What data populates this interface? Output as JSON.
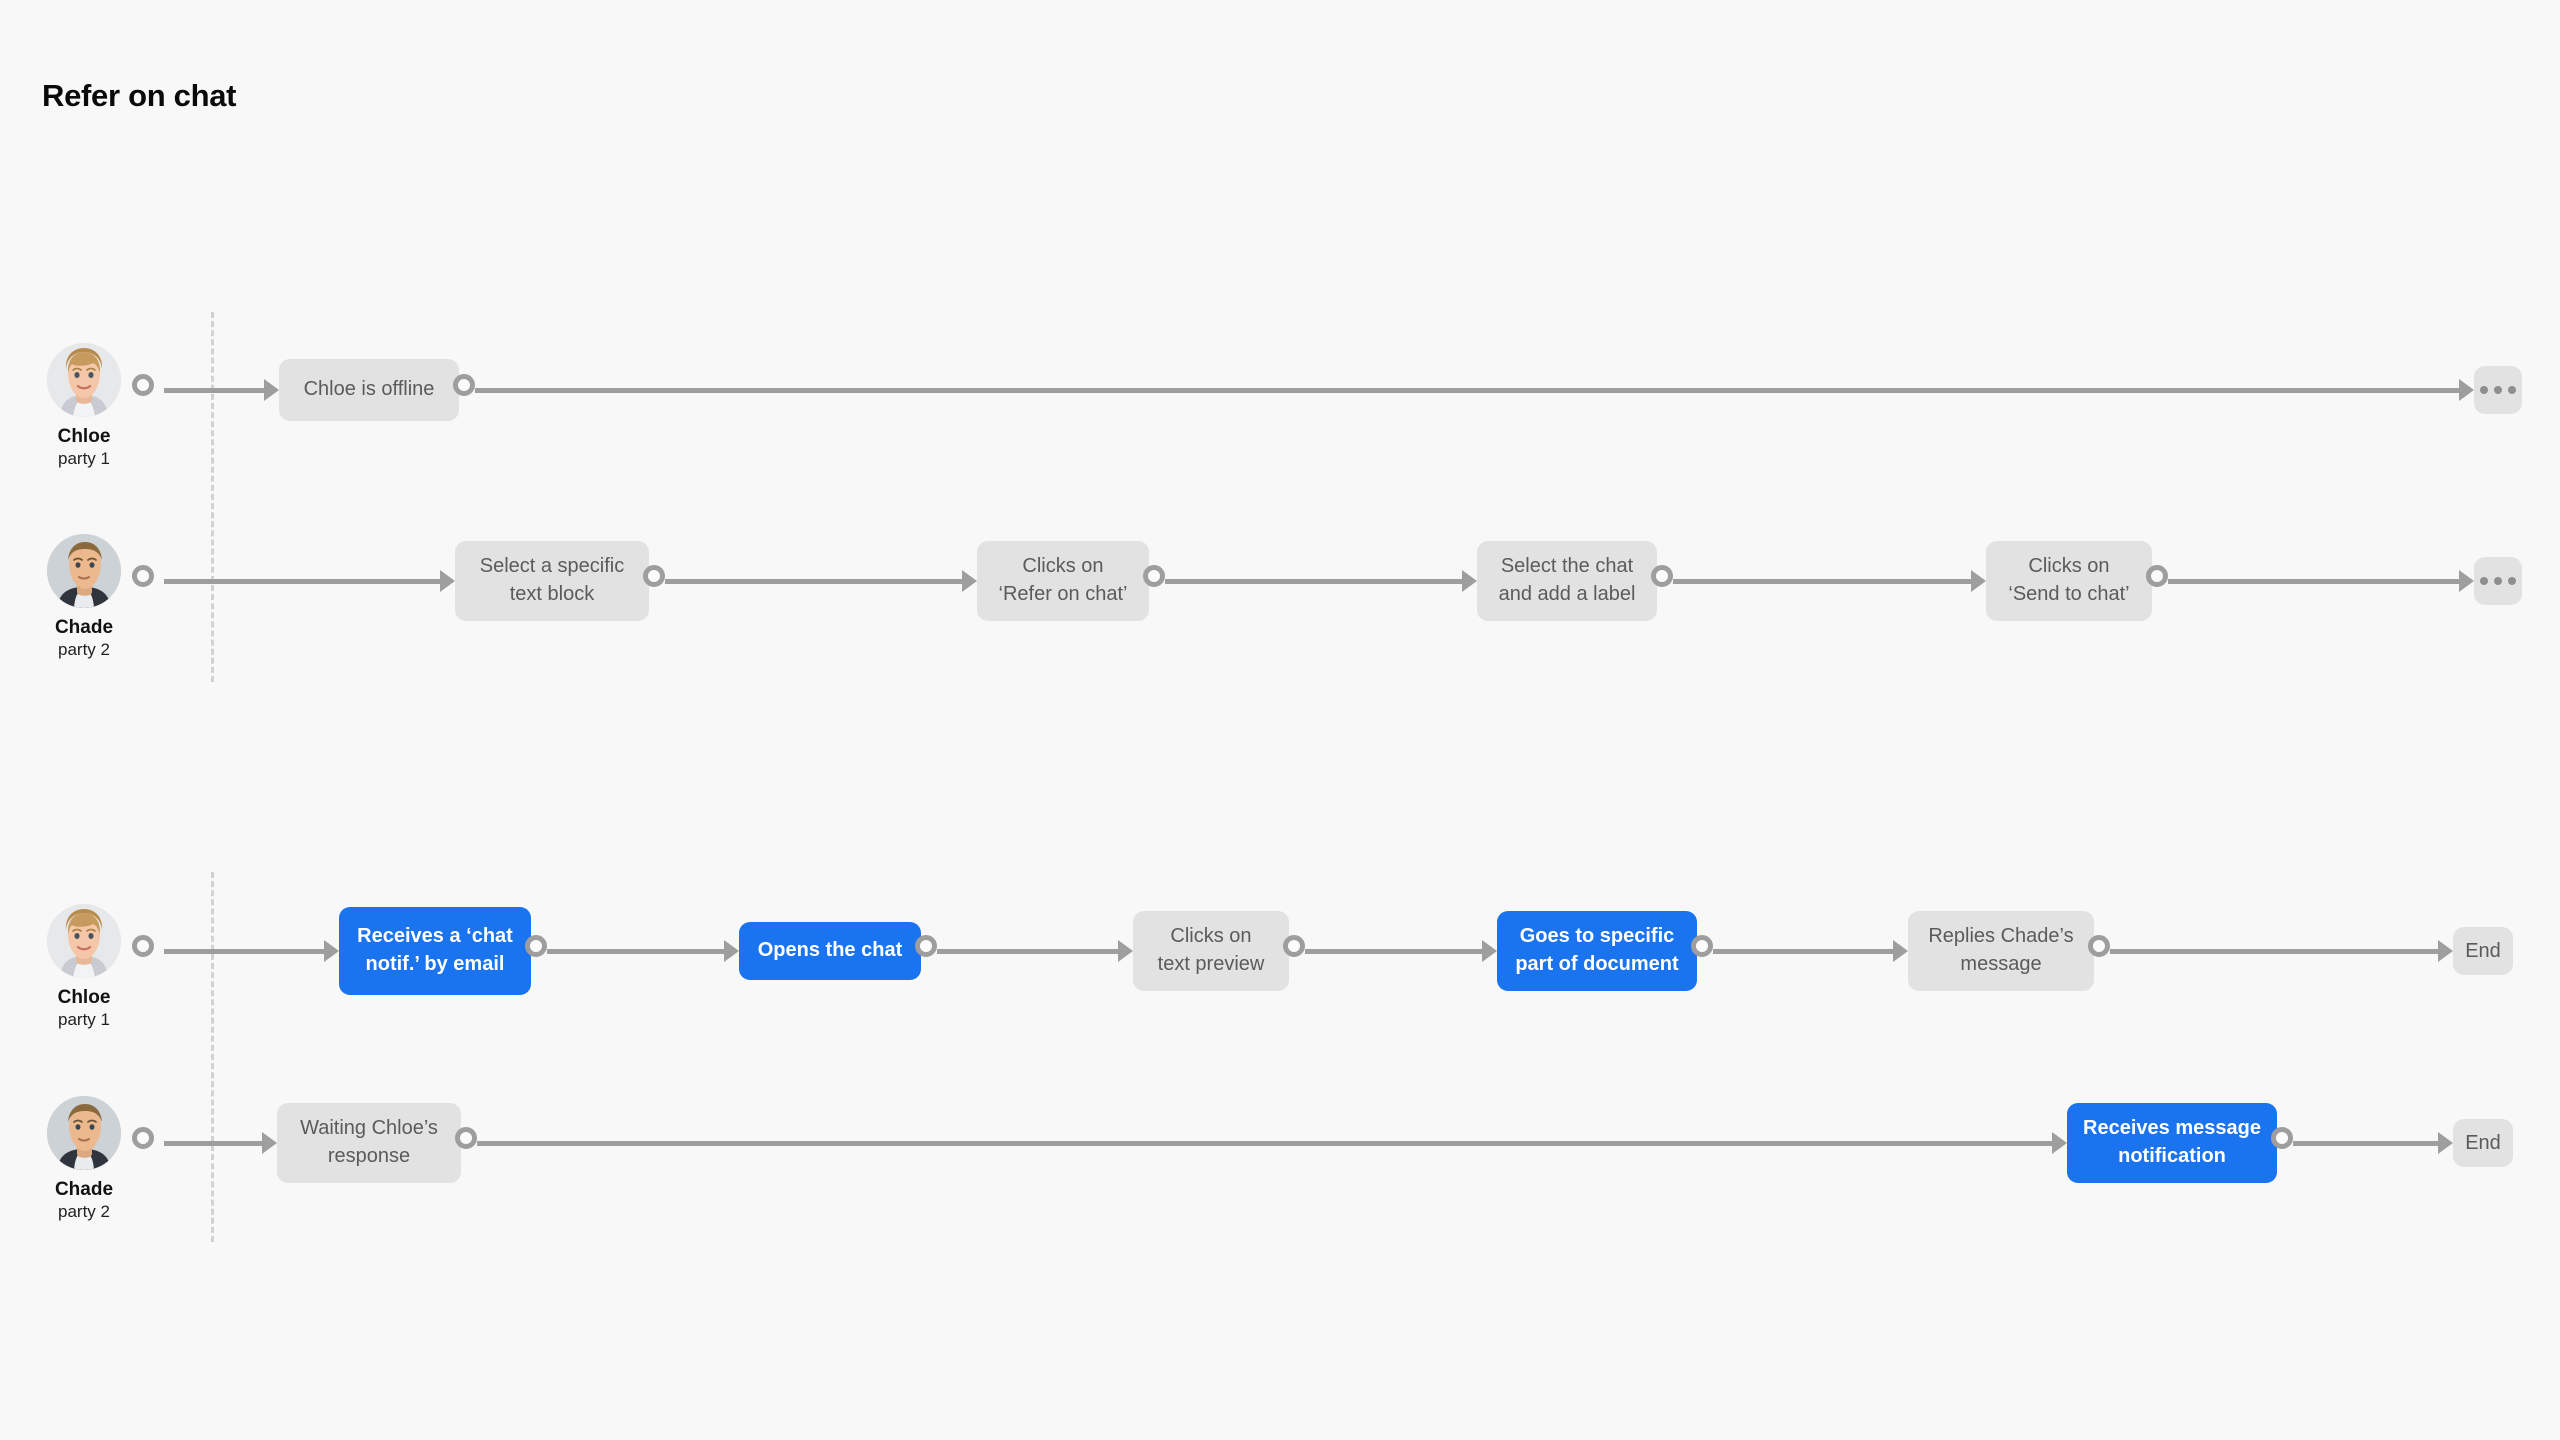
{
  "page": {
    "title": "Refer on chat",
    "background": "#f8f8f8"
  },
  "theme": {
    "node_grey_bg": "#e2e2e2",
    "node_grey_text": "#5b5b5b",
    "node_blue_bg": "#1a73ef",
    "node_blue_text": "#ffffff",
    "connector": "#9e9e9e",
    "guide": "#d2d2d2"
  },
  "actors": {
    "chloe": {
      "name": "Chloe",
      "role": "party 1"
    },
    "chade": {
      "name": "Chade",
      "role": "party 2"
    }
  },
  "lanes": [
    {
      "id": "lane-1",
      "actor": {
        "name": "Chloe",
        "role": "party 1"
      },
      "avatar": "chloe-avatar",
      "steps": [
        {
          "text": "Chloe is offline",
          "style": "grey"
        }
      ],
      "terminator": {
        "type": "ellipsis",
        "label": "•••"
      }
    },
    {
      "id": "lane-2",
      "actor": {
        "name": "Chade",
        "role": "party 2"
      },
      "avatar": "chade-avatar",
      "steps": [
        {
          "text": "Select a specific\ntext block",
          "style": "grey"
        },
        {
          "text": "Clicks on\n‘Refer on chat’",
          "style": "grey"
        },
        {
          "text": "Select the chat\nand add a label",
          "style": "grey"
        },
        {
          "text": "Clicks on\n‘Send to chat’",
          "style": "grey"
        }
      ],
      "terminator": {
        "type": "ellipsis",
        "label": "•••"
      }
    },
    {
      "id": "lane-3",
      "actor": {
        "name": "Chloe",
        "role": "party 1"
      },
      "avatar": "chloe-avatar",
      "steps": [
        {
          "text": "Receives a ‘chat\nnotif.’ by email",
          "style": "blue"
        },
        {
          "text": "Opens the chat",
          "style": "blue"
        },
        {
          "text": "Clicks on\ntext preview",
          "style": "grey"
        },
        {
          "text": "Goes to specific\npart of document",
          "style": "blue"
        },
        {
          "text": "Replies Chade’s\nmessage",
          "style": "grey"
        }
      ],
      "terminator": {
        "type": "end",
        "label": "End"
      }
    },
    {
      "id": "lane-4",
      "actor": {
        "name": "Chade",
        "role": "party 2"
      },
      "avatar": "chade-avatar",
      "steps": [
        {
          "text": "Waiting Chloe’s\nresponse",
          "style": "grey"
        },
        {
          "text": "Receives message\nnotification",
          "style": "blue"
        }
      ],
      "terminator": {
        "type": "end",
        "label": "End"
      }
    }
  ]
}
